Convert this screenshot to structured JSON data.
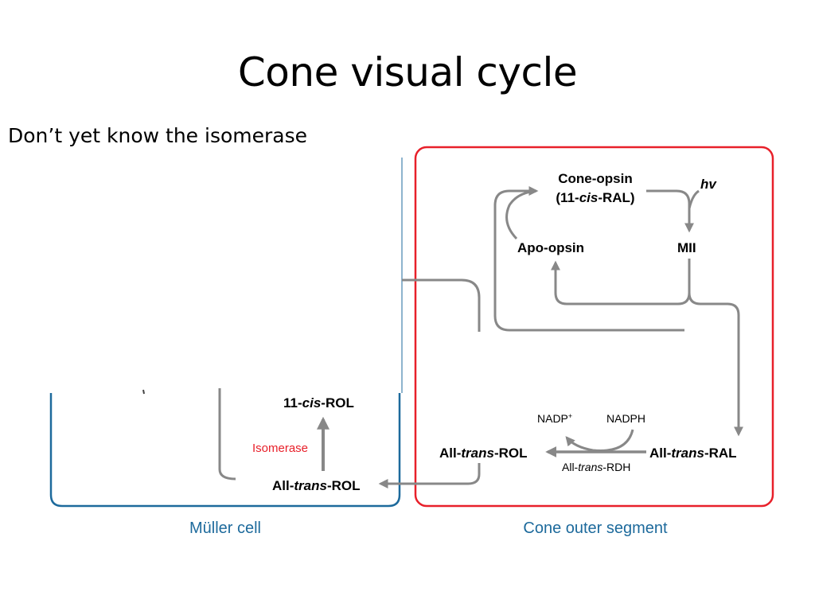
{
  "slide": {
    "title": "Cone visual cycle",
    "subtitle": "Don’t yet know the isomerase"
  },
  "colors": {
    "muller_border": "#1d6a9c",
    "cone_border": "#e8202a",
    "arrow": "#888888",
    "isomerase_text": "#e8202a"
  },
  "muller_cell": {
    "caption": "Müller cell",
    "cis_rol_prefix": "11-",
    "cis_rol_italic": "cis",
    "cis_rol_suffix": "-ROL",
    "isomerase_label": "Isomerase",
    "trans_rol_prefix": "All-",
    "trans_rol_italic": "trans",
    "trans_rol_suffix": "-ROL"
  },
  "cone_outer_segment": {
    "caption": "Cone outer segment",
    "cone_opsin_line1": "Cone-opsin",
    "cone_opsin_line2_prefix": "(11-",
    "cone_opsin_line2_italic": "cis",
    "cone_opsin_line2_suffix": "-RAL)",
    "light_label": "hv",
    "apo_opsin": "Apo-opsin",
    "mii": "MII",
    "nadp_label": "NADP",
    "nadp_superscript": "+",
    "nadph_label": "NADPH",
    "trans_rol_prefix": "All-",
    "trans_rol_italic": "trans",
    "trans_rol_suffix": "-ROL",
    "trans_ral_prefix": "All-",
    "trans_ral_italic": "trans",
    "trans_ral_suffix": "-RAL",
    "rdh_prefix": "All-",
    "rdh_italic": "trans",
    "rdh_suffix": "-RDH"
  }
}
